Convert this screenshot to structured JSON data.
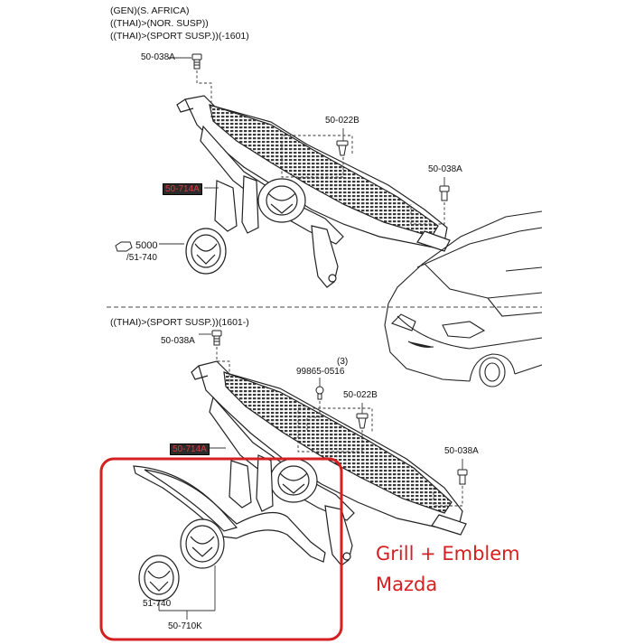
{
  "top_section": {
    "header_lines": [
      "(GEN)(S. AFRICA)",
      "((THAI)>(NOR. SUSP))",
      "((THAI)>(SPORT SUSP.))(-1601)"
    ],
    "labels": {
      "bolt_left": "50-038A",
      "clip_mid": "50-022B",
      "bolt_right": "50-038A",
      "grille": "50-714A",
      "emblem_ref": "5000",
      "emblem_part": "/51-740"
    }
  },
  "bottom_section": {
    "header": "((THAI)>(SPORT SUSP.))(1601-)",
    "labels": {
      "bolt_left": "50-038A",
      "screw_qty": "(3)",
      "screw": "99865-0516",
      "clip_mid": "50-022B",
      "bolt_right": "50-038A",
      "grille": "50-714A",
      "emblem": "51-740",
      "assembly": "50-710K"
    }
  },
  "annotation": {
    "line1": "Grill + Emblem",
    "line2": "Mazda"
  },
  "colors": {
    "highlight_box": "#d42020",
    "label_highlight_bg": "#2b2b2b",
    "line": "#222222"
  }
}
